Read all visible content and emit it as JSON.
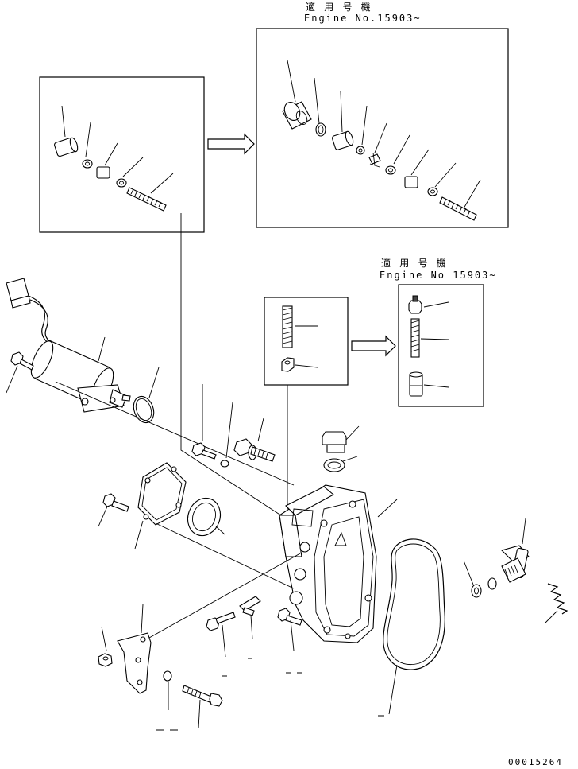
{
  "header_top": {
    "jp": "適 用 号 機",
    "engine": "Engine No.15903~"
  },
  "header_mid": {
    "jp": "適 用 号 機",
    "engine": "Engine No 15903~"
  },
  "drawing_number": "00015264"
}
